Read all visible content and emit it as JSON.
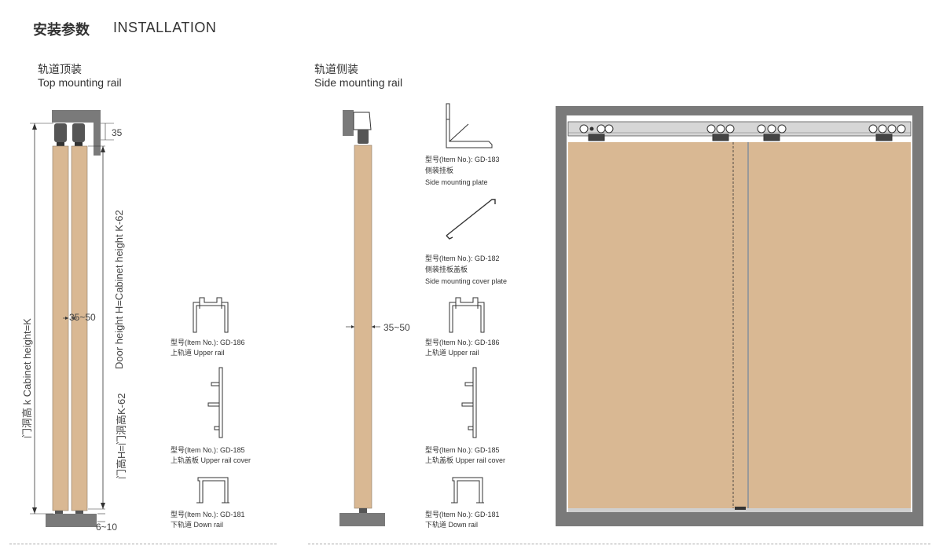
{
  "header": {
    "title_cn": "安装参数",
    "title_en": "INSTALLATION"
  },
  "top_mount": {
    "title_cn": "轨道顶装",
    "title_en": "Top mounting rail",
    "dim_top": "35",
    "dim_gap": "35~50",
    "dim_bottom": "6~10",
    "label_cabinet": "门洞高 k  Cabinet height=K",
    "label_door": "Door height H=Cabinet height K-62",
    "label_door_cn": "门高H=门洞高K-62"
  },
  "side_mount": {
    "title_cn": "轨道侧装",
    "title_en": "Side mounting rail",
    "dim_gap": "35~50"
  },
  "parts_left": [
    {
      "item": "型号(Item No.): GD-186",
      "name": "上轨道 Upper rail"
    },
    {
      "item": "型号(Item No.): GD-185",
      "name": "上轨盖板 Upper rail cover"
    },
    {
      "item": "型号(Item No.): GD-181",
      "name": "下轨道 Down rail"
    }
  ],
  "parts_right": [
    {
      "item": "型号(Item No.): GD-183",
      "name_cn": "侧装挂板",
      "name_en": "Side mounting plate"
    },
    {
      "item": "型号(Item No.): GD-182",
      "name_cn": "侧装挂板盖板",
      "name_en": "Side mounting cover plate"
    },
    {
      "item": "型号(Item No.): GD-186",
      "name": "上轨道 Upper rail"
    },
    {
      "item": "型号(Item No.): GD-185",
      "name": "上轨盖板 Upper rail cover"
    },
    {
      "item": "型号(Item No.): GD-181",
      "name": "下轨道 Down rail"
    }
  ],
  "colors": {
    "wood": "#D9B893",
    "frame": "#7A7A7A",
    "rail": "#C8C8C8",
    "line": "#333333"
  }
}
